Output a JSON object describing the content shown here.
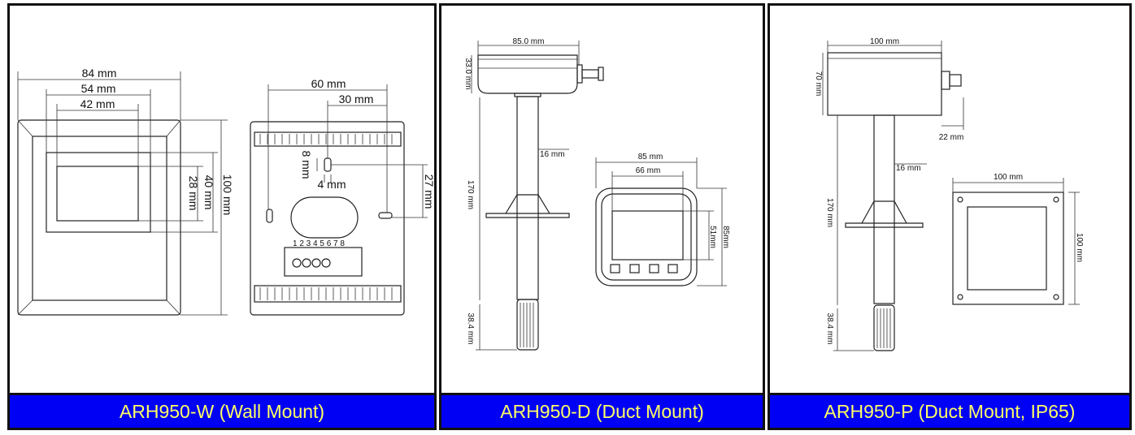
{
  "panels": [
    {
      "caption": "ARH950-W (Wall Mount)",
      "dims": {
        "w84": "84 mm",
        "w54": "54 mm",
        "w42": "42 mm",
        "h28": "28 mm",
        "h40": "40 mm",
        "h100": "100 mm",
        "w60": "60 mm",
        "w30": "30 mm",
        "h8": "8 mm",
        "w4": "4 mm",
        "h27": "27 mm"
      },
      "terminals": "1 2 3 4 5 6 7 8"
    },
    {
      "caption": "ARH950-D (Duct Mount)",
      "dims": {
        "w85_0": "85.0 mm",
        "h33": "33.0 mm",
        "d16": "16 mm",
        "h170": "170 mm",
        "h38": "38.4 mm",
        "w85": "85 mm",
        "w66": "66 mm",
        "h51": "51mm",
        "h85": "85mm"
      }
    },
    {
      "caption": "ARH950-P (Duct Mount, IP65)",
      "dims": {
        "w100": "100 mm",
        "h70": "70 mm",
        "w22": "22 mm",
        "d16": "16 mm",
        "h170": "170 mm",
        "h38": "38.4 mm",
        "fw100": "100 mm",
        "fh100": "100 mm"
      }
    }
  ],
  "colors": {
    "caption_bg": "#0000f5",
    "caption_text": "#ffff66"
  }
}
